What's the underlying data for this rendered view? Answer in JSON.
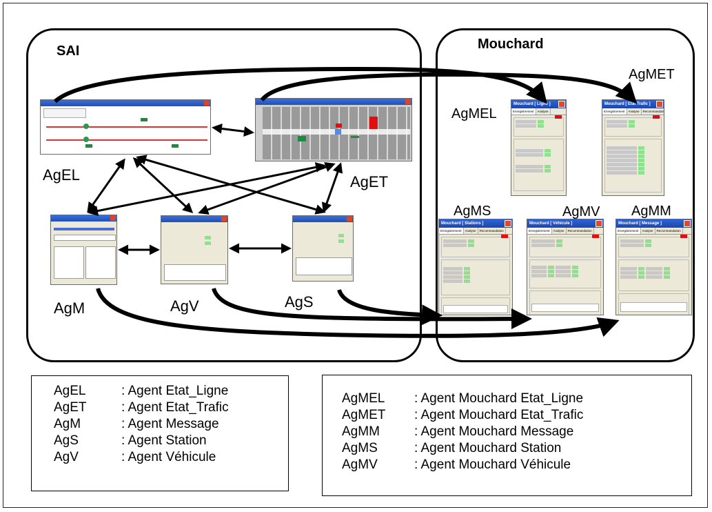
{
  "groups": {
    "sai_title": "SAI",
    "mouchard_title": "Mouchard"
  },
  "agents": {
    "ag_el": "AgEL",
    "ag_et": "AgET",
    "ag_m": "AgM",
    "ag_v": "AgV",
    "ag_s": "AgS",
    "ag_mel": "AgMEL",
    "ag_met": "AgMET",
    "ag_ms": "AgMS",
    "ag_mv": "AgMV",
    "ag_mm": "AgMM"
  },
  "windows": {
    "mouchard_ligne_title": "Mouchard [ Ligne ]",
    "mouchard_trafic_title": "Mouchard [ Etat Trafic ]",
    "mouchard_station_title": "Mouchard [ Stations ]",
    "mouchard_vehicule_title": "Mouchard [ Véhicule ]",
    "mouchard_message_title": "Mouchard [ Message ]",
    "tabs": [
      "Enregistrement",
      "Analyse",
      "Recommandation"
    ]
  },
  "legend_left": [
    {
      "code": "AgEL",
      "desc": ": Agent Etat_Ligne"
    },
    {
      "code": "AgET",
      "desc": ": Agent Etat_Trafic"
    },
    {
      "code": "AgM",
      "desc": ": Agent Message"
    },
    {
      "code": "AgS",
      "desc": ": Agent Station"
    },
    {
      "code": "AgV",
      "desc": ": Agent Véhicule"
    }
  ],
  "legend_right": [
    {
      "code": "AgMEL",
      "desc": ": Agent Mouchard Etat_Ligne"
    },
    {
      "code": "AgMET",
      "desc": ": Agent Mouchard Etat_Trafic"
    },
    {
      "code": "AgMM",
      "desc": ": Agent Mouchard Message"
    },
    {
      "code": "AgMS",
      "desc": ": Agent Mouchard Station"
    },
    {
      "code": "AgMV",
      "desc": ": Agent Mouchard Véhicule"
    }
  ]
}
